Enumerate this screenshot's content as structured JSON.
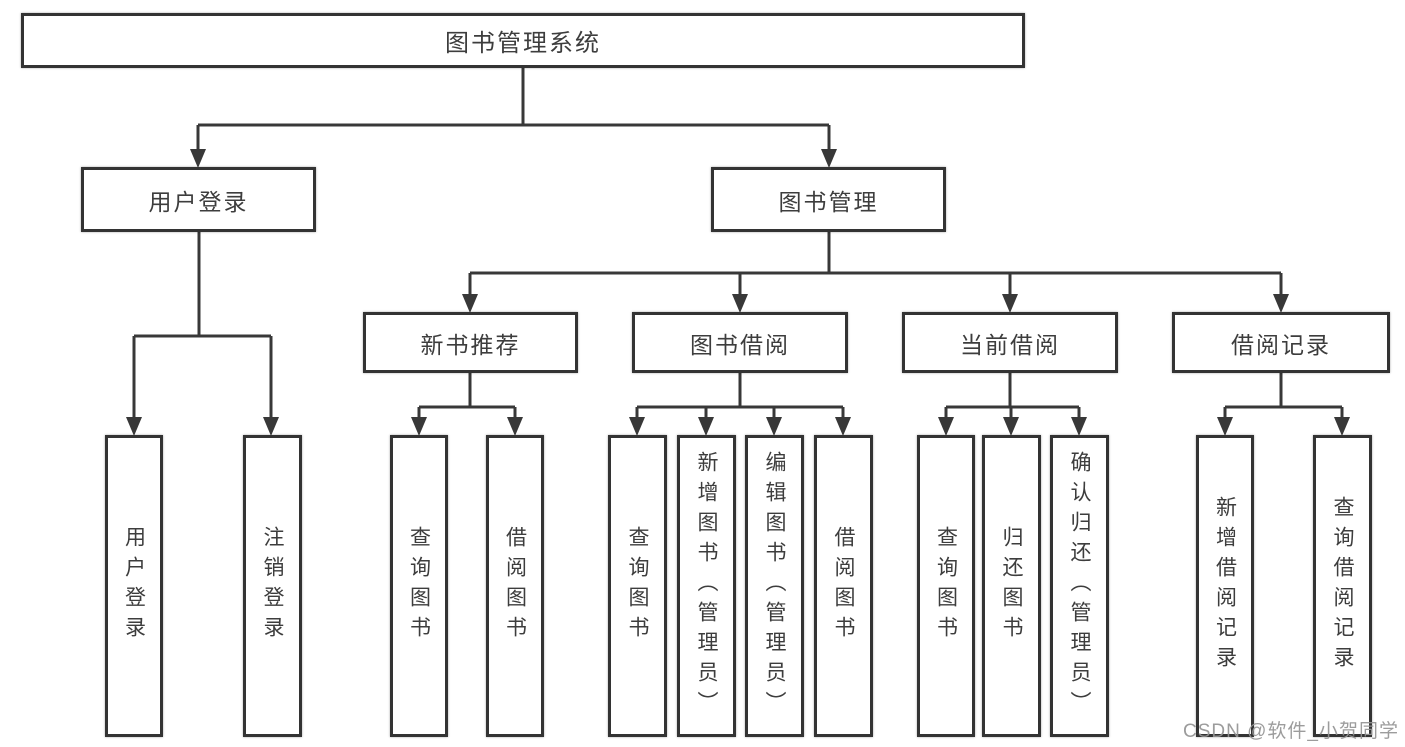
{
  "diagram": {
    "title": "图书管理系统",
    "branches": [
      {
        "label": "用户登录",
        "children": [
          "用户登录",
          "注销登录"
        ]
      },
      {
        "label": "图书管理",
        "groups": [
          {
            "label": "新书推荐",
            "children": [
              "查询图书",
              "借阅图书"
            ]
          },
          {
            "label": "图书借阅",
            "children": [
              "查询图书",
              "新增图书（管理员）",
              "编辑图书（管理员）",
              "借阅图书"
            ]
          },
          {
            "label": "当前借阅",
            "children": [
              "查询图书",
              "归还图书",
              "确认归还（管理员）"
            ]
          },
          {
            "label": "借阅记录",
            "children": [
              "新增借阅记录",
              "查询借阅记录"
            ]
          }
        ]
      }
    ]
  },
  "watermark": {
    "text": "CSDN @软件_小贺同学"
  },
  "colors": {
    "line": "#383838",
    "box_border": "#333333",
    "text": "#3d3d3d",
    "watermark": "#949494",
    "background": "#ffffff"
  }
}
